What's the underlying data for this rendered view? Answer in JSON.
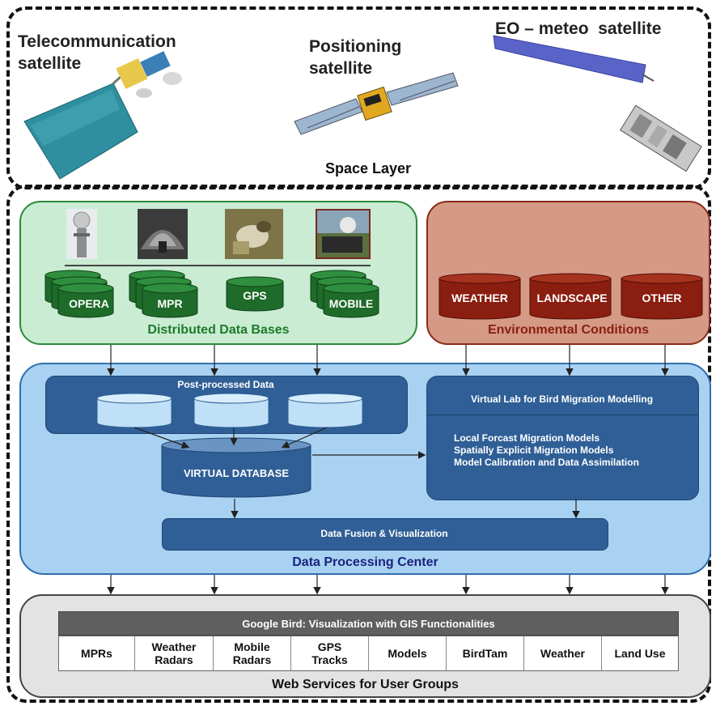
{
  "space": {
    "telecom_line1": "Telecommunication",
    "telecom_line2": "satellite",
    "positioning_line1": "Positioning",
    "positioning_line2": "satellite",
    "eo_label": "EO – meteo  satellite",
    "layer_title": "Space Layer"
  },
  "distributed": {
    "title": "Distributed Data Bases",
    "databases": [
      "OPERA",
      "MPR",
      "GPS",
      "MOBILE"
    ]
  },
  "environment": {
    "title": "Environmental Conditions",
    "items": [
      "WEATHER",
      "LANDSCAPE",
      "OTHER"
    ]
  },
  "processing": {
    "title": "Data Processing Center",
    "post_processed": "Post-processed Data",
    "virtual_db": "VIRTUAL DATABASE",
    "virtual_lab": "Virtual Lab for Bird Migration Modelling",
    "models": [
      "Local Forcast Migration Models",
      "Spatially Explicit Migration Models",
      "Model Calibration and Data Assimilation"
    ],
    "fusion": "Data Fusion & Visualization"
  },
  "web": {
    "title": "Web Services for User Groups",
    "header": "Google Bird: Visualization with GIS Functionalities",
    "services": [
      {
        "l1": "MPRs",
        "l2": ""
      },
      {
        "l1": "Weather",
        "l2": "Radars"
      },
      {
        "l1": "Mobile",
        "l2": "Radars"
      },
      {
        "l1": "GPS",
        "l2": "Tracks"
      },
      {
        "l1": "Models",
        "l2": ""
      },
      {
        "l1": "BirdTam",
        "l2": ""
      },
      {
        "l1": "Weather",
        "l2": ""
      },
      {
        "l1": "Land Use",
        "l2": ""
      }
    ]
  },
  "colors": {
    "green_panel": "#c9ecd2",
    "green_db": "#1e6b2a",
    "red_panel": "#d49a86",
    "red_db": "#8a1e10",
    "blue_panel": "#a9d2f2",
    "dark_blue": "#2f5f96",
    "light_cyl": "#bfe0f7",
    "gray_panel": "#e3e3e3",
    "header_gray": "#5f5f5f"
  }
}
